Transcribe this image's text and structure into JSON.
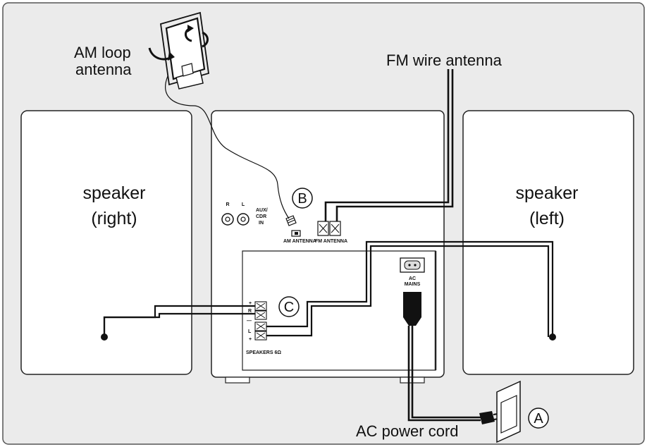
{
  "labels": {
    "am_antenna_line1": "AM loop",
    "am_antenna_line2": "antenna",
    "fm_antenna": "FM wire antenna",
    "speaker_right_line1": "speaker",
    "speaker_right_line2": "(right)",
    "speaker_left_line1": "speaker",
    "speaker_left_line2": "(left)",
    "ac_power_cord": "AC power cord"
  },
  "panel": {
    "aux_r": "R",
    "aux_l": "L",
    "aux_line1": "AUX/",
    "aux_line2": "CDR",
    "aux_line3": "IN",
    "am_antenna_terminal": "AM ANTENNA",
    "fm_antenna_terminal": "FM ANTENNA",
    "ac_line1": "AC",
    "ac_line2": "MAINS",
    "speakers": "SPEAKERS 6Ω",
    "sp_plus_top": "+",
    "sp_r": "R",
    "sp_minus": "—",
    "sp_l": "L",
    "sp_plus_bottom": "+"
  },
  "markers": {
    "a": "A",
    "b": "B",
    "c": "C"
  },
  "colors": {
    "background": "#ebebeb",
    "device_fill": "#ffffff",
    "line": "#111111"
  }
}
